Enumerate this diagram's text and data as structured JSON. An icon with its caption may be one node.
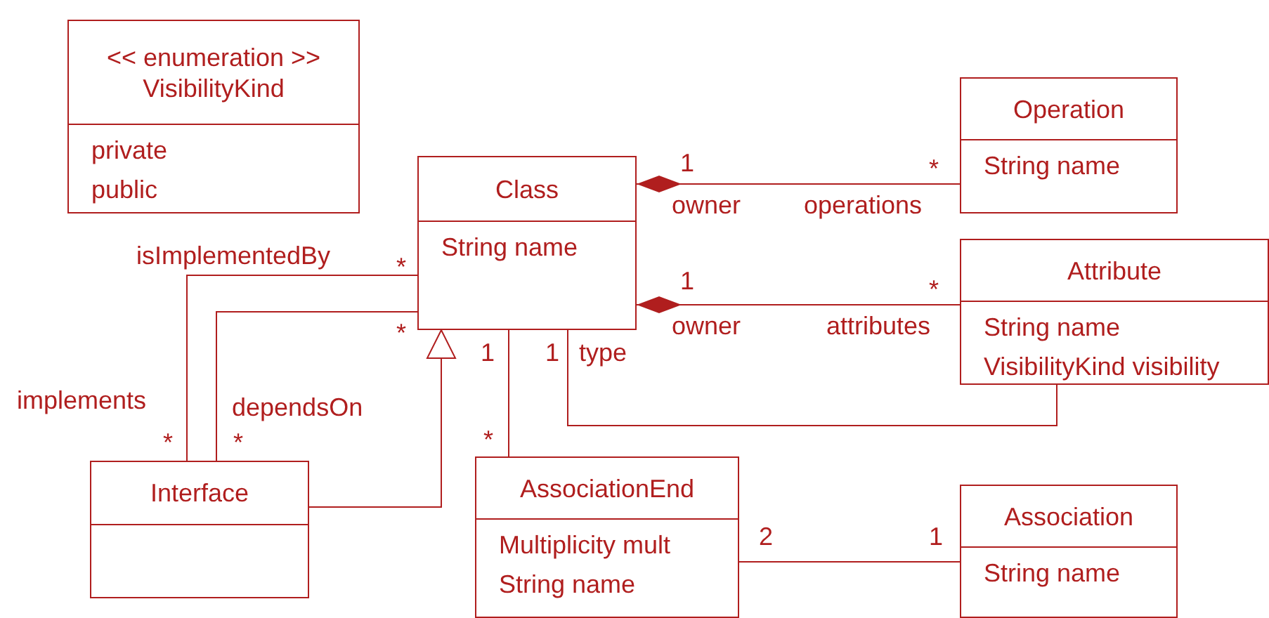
{
  "diagram": {
    "nodes": [
      {
        "text": [
          "<< enumeration >> VisibilityKind",
          "private public"
        ]
      },
      {
        "text": [
          "Class",
          "String name"
        ]
      },
      {
        "text": [
          "Operation",
          "String name"
        ]
      },
      {
        "text": [
          "Attribute",
          "String name VisibilityKind visibility"
        ]
      },
      {
        "text": [
          "Interface"
        ]
      },
      {
        "text": [
          "AssociationEnd",
          "Multiplicity mult String name"
        ]
      },
      {
        "text": [
          "Association",
          "String name"
        ]
      }
    ],
    "edges": [
      {
        "from": 1,
        "to": 2,
        "arrow": "other"
      },
      {
        "from": 1,
        "to": 3,
        "arrow": "other"
      },
      {
        "from": 1,
        "to": 3,
        "arrow": "none"
      },
      {
        "from": 1,
        "to": 5,
        "arrow": "none"
      },
      {
        "from": 4,
        "to": 1,
        "arrow": "to"
      },
      {
        "from": 1,
        "to": 4,
        "arrow": "none"
      },
      {
        "from": 1,
        "to": 4,
        "arrow": "none"
      },
      {
        "from": 5,
        "to": 6,
        "arrow": "none"
      }
    ],
    "labels": [
      "1",
      "*",
      "owner",
      "operations",
      "isImplementedBy",
      "*",
      "1",
      "*",
      "*",
      "owner",
      "attributes",
      "1",
      "1",
      "type",
      "implements",
      "dependsOn",
      "*",
      "*",
      "*",
      "2",
      "1"
    ]
  }
}
